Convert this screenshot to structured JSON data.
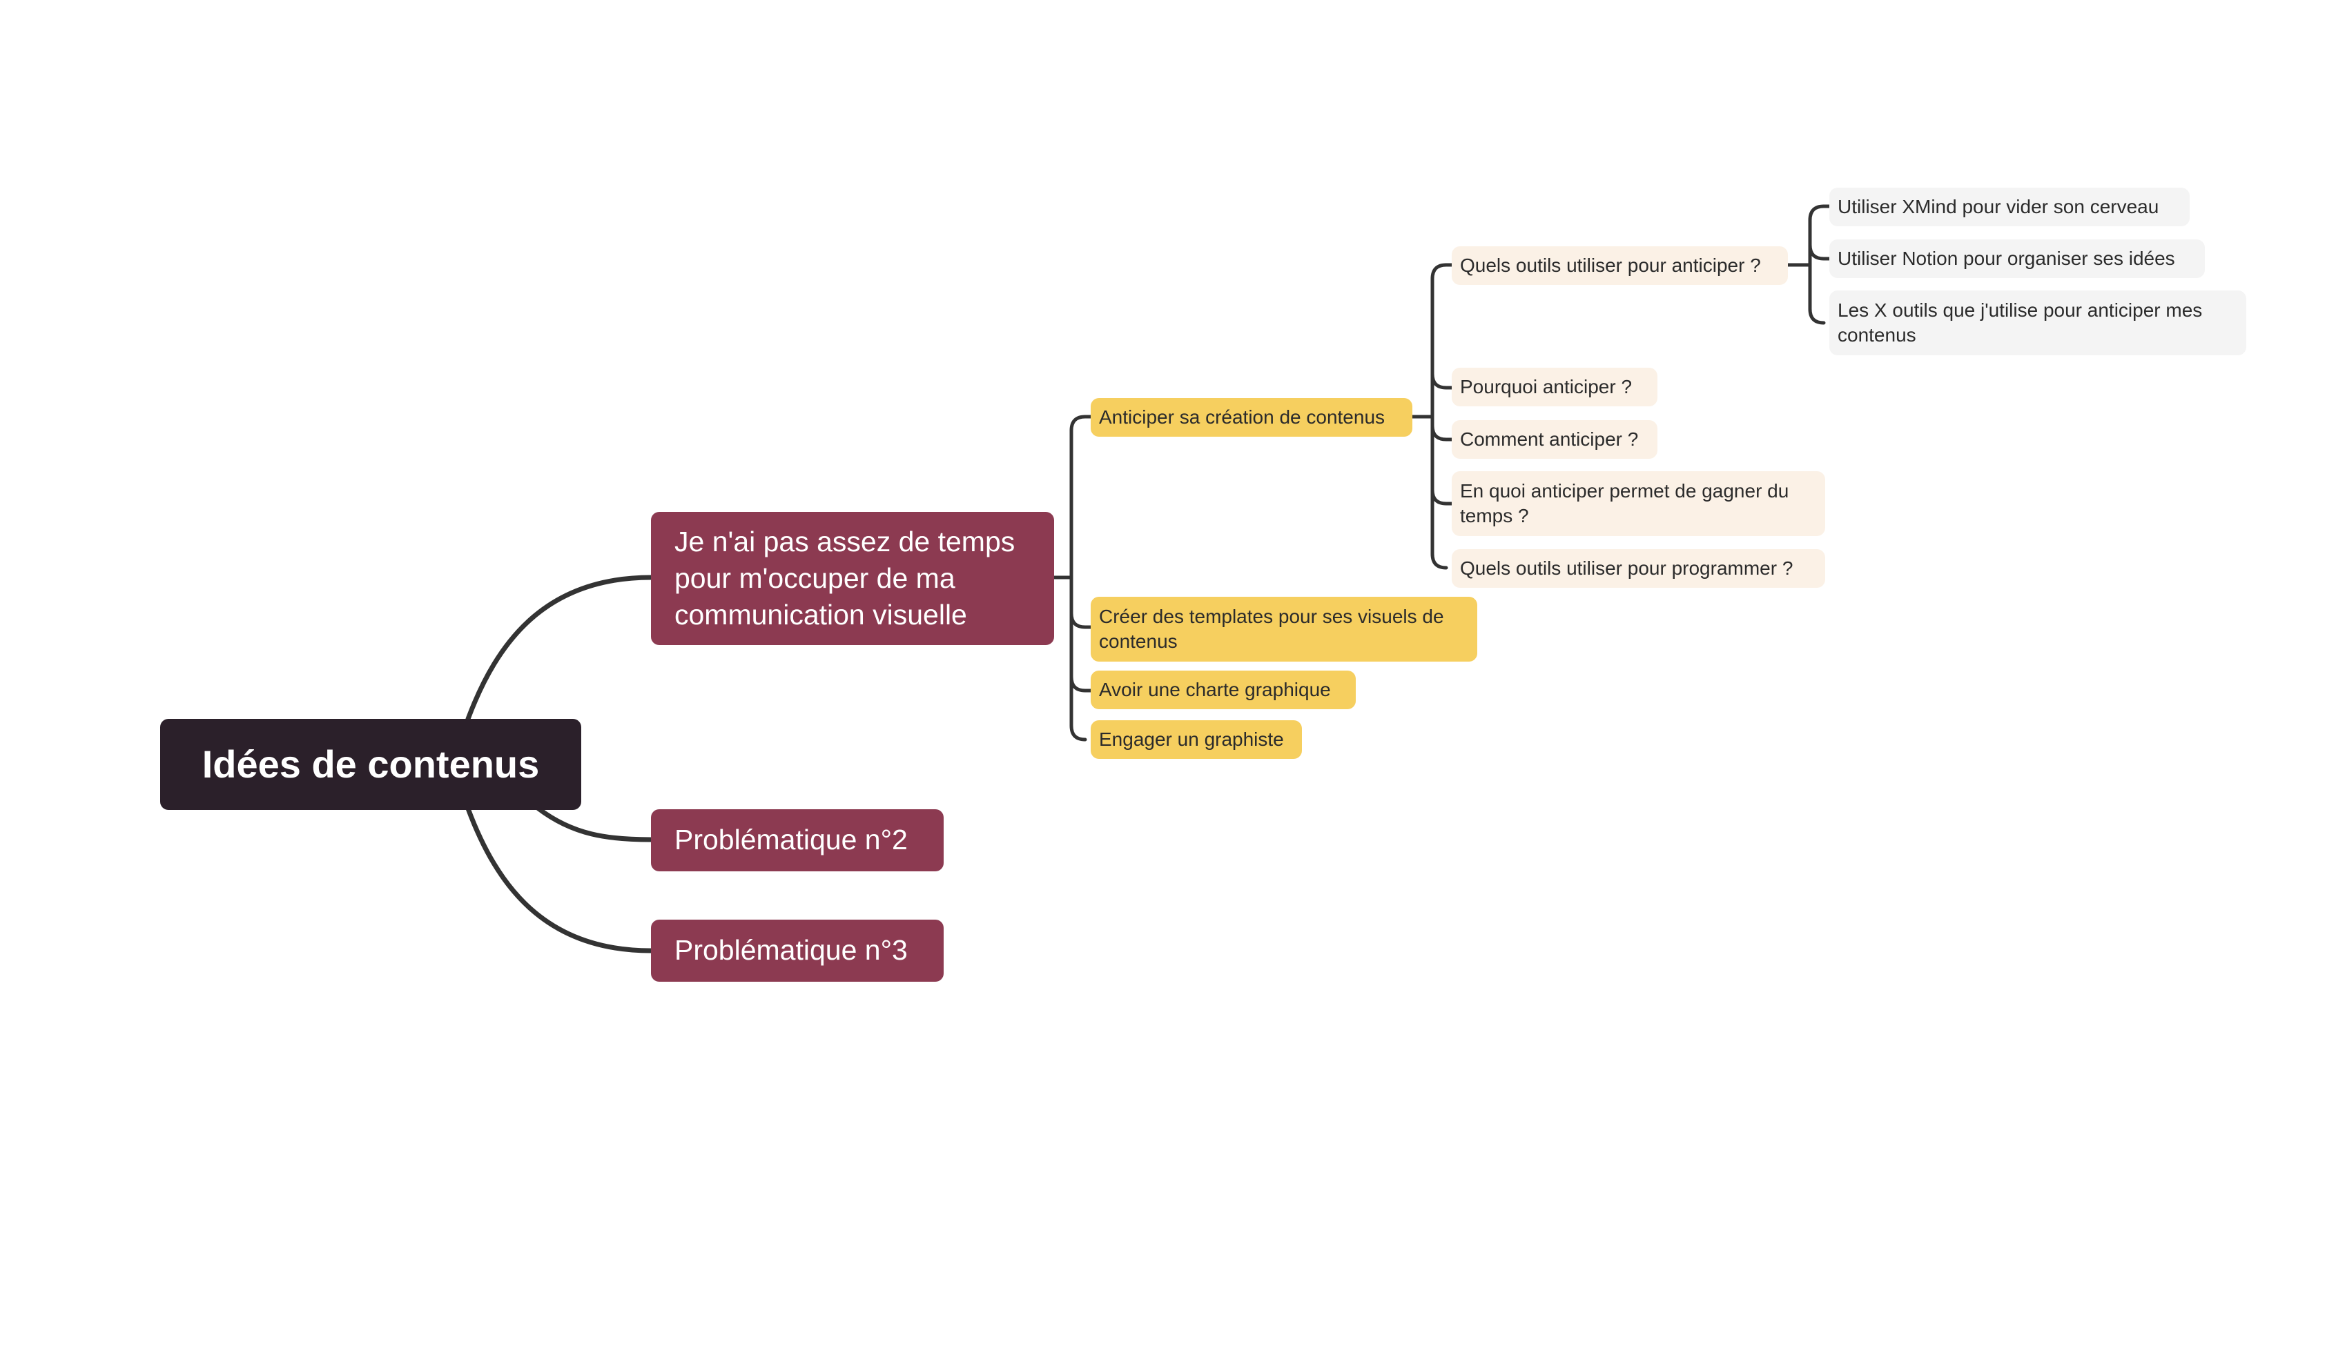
{
  "mindmap": {
    "root": "Idées de contenus",
    "branch1": {
      "label": "Je n'ai pas assez de temps pour m'occuper de ma communication visuelle",
      "anticiper": {
        "label": "Anticiper sa création de contenus",
        "quels_outils": {
          "label": "Quels outils utiliser pour anticiper ?",
          "children": [
            "Utiliser XMind pour vider son cerveau",
            "Utiliser Notion pour organiser ses idées",
            "Les X outils que j'utilise pour anticiper mes contenus"
          ]
        },
        "pourquoi": "Pourquoi anticiper ?",
        "comment": "Comment anticiper ?",
        "en_quoi": "En quoi anticiper permet de gagner du temps ?",
        "programmer": "Quels outils utiliser pour programmer ?"
      },
      "templates": "Créer des templates pour ses visuels de contenus",
      "charte": "Avoir une charte graphique",
      "graphiste": "Engager un graphiste"
    },
    "branch2": "Problématique n°2",
    "branch3": "Problématique n°3"
  },
  "colors": {
    "root": "#2b202a",
    "level1": "#8c3a51",
    "level2": "#f6cf5f",
    "level3": "#fbf1e6",
    "level4": "#f4f4f4",
    "connector": "#333333"
  }
}
